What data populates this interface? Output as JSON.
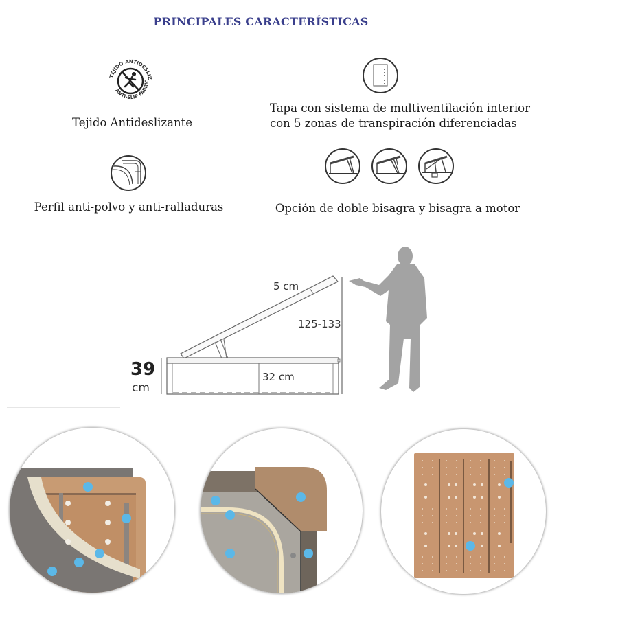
{
  "header": {
    "title": "PRINCIPALES CARACTERÍSTICAS"
  },
  "features": [
    {
      "id": "anti-slip",
      "label": "Tejido Antideslizante",
      "icon": "anti-slip-fabric-icon",
      "icon_text_top": "TEJIDO ANTIDESLIZANTE",
      "icon_text_bottom": "ANTI-SLIP FABRIC"
    },
    {
      "id": "ventilation",
      "label_line1": "Tapa con sistema de multiventilación interior",
      "label_line2": "con 5 zonas de transpiración diferenciadas",
      "icon": "ventilated-panel-icon"
    },
    {
      "id": "profile",
      "label": "Perfil anti-polvo y anti-ralladuras",
      "icon": "corner-profile-icon"
    },
    {
      "id": "hinges",
      "label": "Opción de doble bisagra y bisagra a motor",
      "icons": [
        "double-hinge-icon",
        "double-hinge-alt-icon",
        "motor-hinge-icon"
      ]
    }
  ],
  "diagram": {
    "lid_thickness": "5 cm",
    "open_height": "125-133",
    "total_height_value": "39",
    "total_height_unit": "cm",
    "inner_depth": "32 cm"
  },
  "photos": [
    {
      "name": "corner-detail-photo-1",
      "dots": 5
    },
    {
      "name": "corner-detail-photo-2",
      "dots": 5
    },
    {
      "name": "ventilated-base-photo",
      "dots": 2
    }
  ],
  "colors": {
    "title": "#3a3f8c",
    "marker": "#5bb8e8",
    "silhouette": "#a3a3a3",
    "wood": "#c79a72"
  }
}
